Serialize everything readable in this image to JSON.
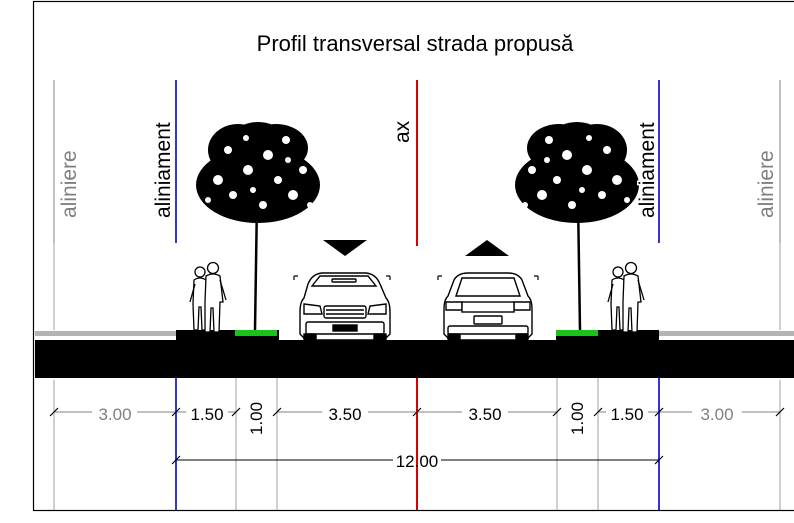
{
  "drawing": {
    "title": "Profil transversal strada propusă",
    "labels": {
      "aliniere_left": "aliniere",
      "aliniere_right": "aliniere",
      "aliniament_left": "aliniament",
      "aliniament_right": "aliniament",
      "ax": "ax"
    },
    "dimensions": {
      "sidewalk_left": "3.00",
      "strip_left": "1.50",
      "verge_left": "1.00",
      "lane_left": "3.50",
      "lane_right": "3.50",
      "verge_right": "1.00",
      "strip_right": "1.50",
      "sidewalk_right": "3.00",
      "total_width": "12.00"
    },
    "colors": {
      "aliniament_line": "#0000cc",
      "axis_line": "#dd0000",
      "grass": "#19c319",
      "road": "#000000",
      "dimension_text": "#808080"
    },
    "icons": [
      "tree-icon",
      "pedestrians-icon",
      "car-front-icon",
      "car-rear-icon",
      "direction-arrow-icon"
    ]
  }
}
